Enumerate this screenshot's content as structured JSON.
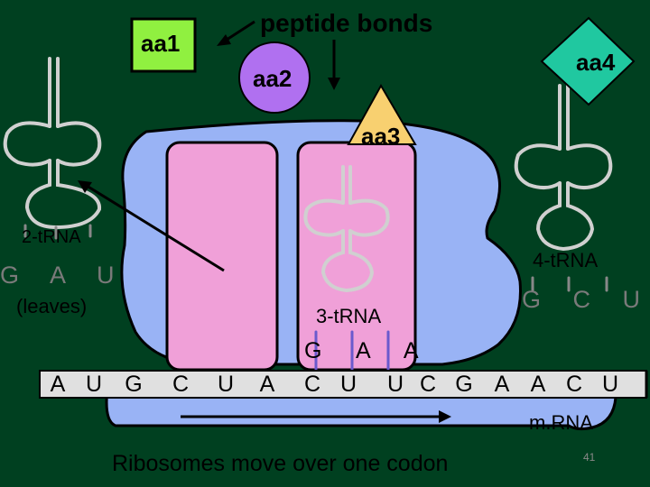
{
  "labels": {
    "peptide_bonds": "peptide bonds",
    "aa1": "aa1",
    "aa2": "aa2",
    "aa3": "aa3",
    "aa4": "aa4",
    "trna2": "2-tRNA",
    "trna2_anticodon": "G A U",
    "leaves": "(leaves)",
    "trna3": "3-tRNA",
    "trna3_anticodon": "G A A",
    "trna4": "4-tRNA",
    "trna4_anticodon": "G C U",
    "mrna": "m.RNA",
    "caption": "Ribosomes move over one codon",
    "page_number": "41"
  },
  "mrna_bases": [
    "A",
    "U",
    "G",
    "C",
    "U",
    "A",
    "C",
    "U",
    "U",
    "C",
    "G",
    "A",
    "A",
    "C",
    "U"
  ],
  "colors": {
    "background": "#004020",
    "ribosome": "#99b3f5",
    "site": "#f0a0d8",
    "aa1": "#90f040",
    "aa2": "#b070f0",
    "aa3": "#f8d070",
    "aa4": "#20c8a0",
    "trna_stroke": "#d0d0d0",
    "mrna_text": "#e0e0e0"
  }
}
